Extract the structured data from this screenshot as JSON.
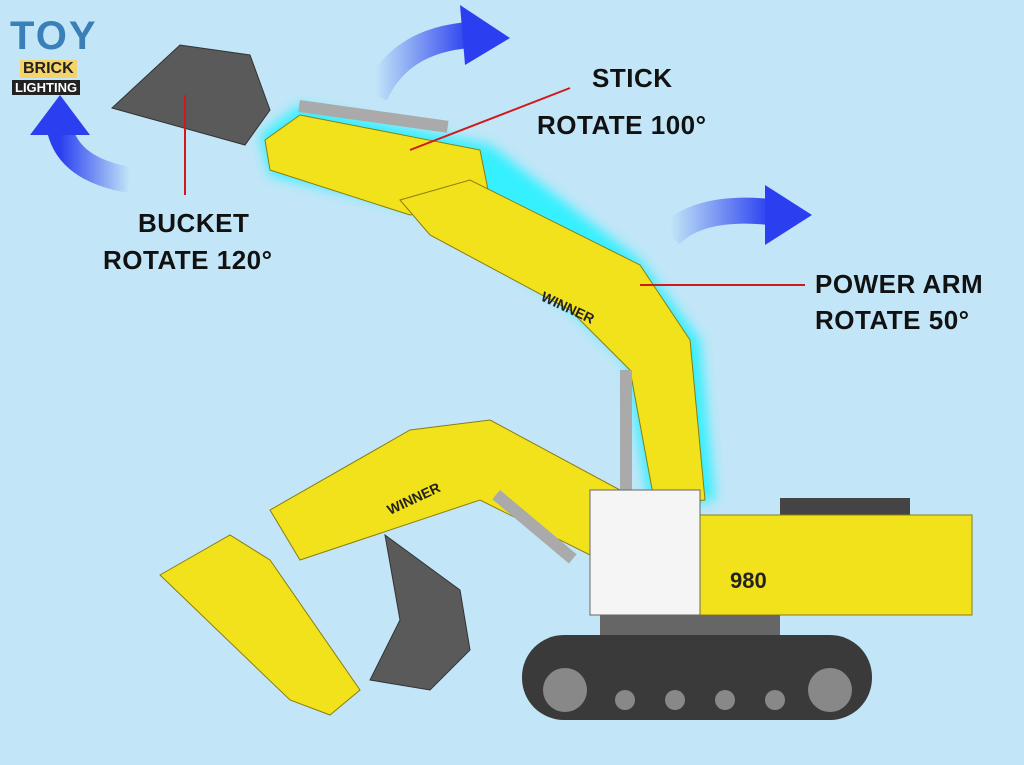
{
  "logo": {
    "line1": "TOY",
    "line2": "BRICK",
    "line3": "LIGHTING"
  },
  "labels": {
    "stick": [
      "STICK",
      "ROTATE 100°"
    ],
    "bucket": [
      "BUCKET",
      "ROTATE 120°"
    ],
    "power_arm": [
      "POWER ARM",
      "ROTATE 50°"
    ]
  },
  "model": {
    "brand_text": "WINNER",
    "number": "980"
  },
  "colors": {
    "background": "#c2e6f7",
    "body": "#f2e21c",
    "glow": "#35f0ff",
    "arrow": "#2b3ff0",
    "pointer": "#d01a1a",
    "bucket": "#5a5a5a"
  }
}
